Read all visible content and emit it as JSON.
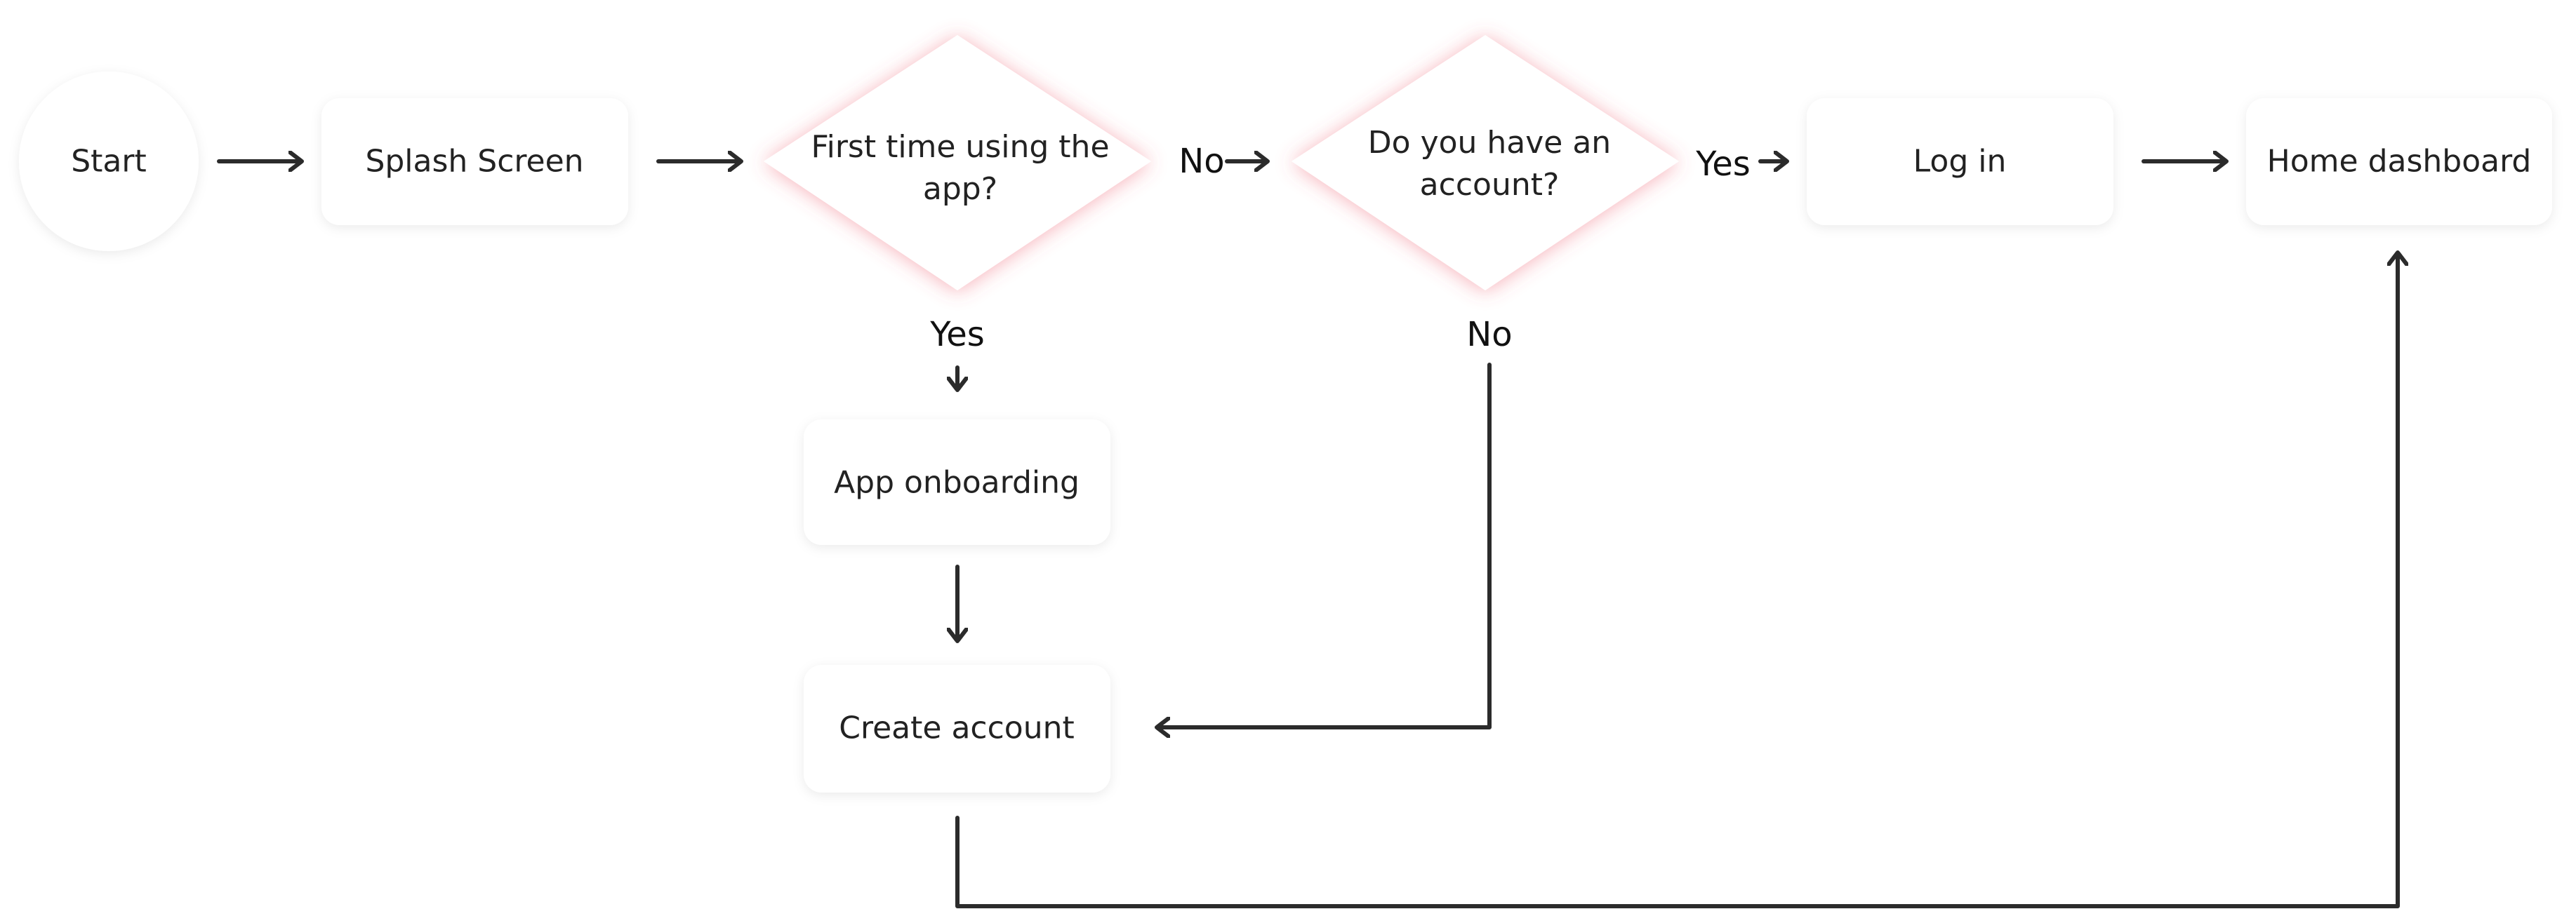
{
  "nodes": {
    "start": "Start",
    "splash": "Splash Screen",
    "first_time_line1": "First time using the",
    "first_time_line2": "app?",
    "have_account_line1": "Do you have an",
    "have_account_line2": "account?",
    "login": "Log in",
    "home": "Home dashboard",
    "onboarding": "App onboarding",
    "create_account": "Create account"
  },
  "edge_labels": {
    "first_time_no": "No",
    "first_time_yes": "Yes",
    "have_account_yes": "Yes",
    "have_account_no": "No"
  },
  "colors": {
    "background": "#ffffff",
    "line": "#2b2b2b",
    "text": "#222222",
    "decision_glow": "#f0a0a8"
  }
}
